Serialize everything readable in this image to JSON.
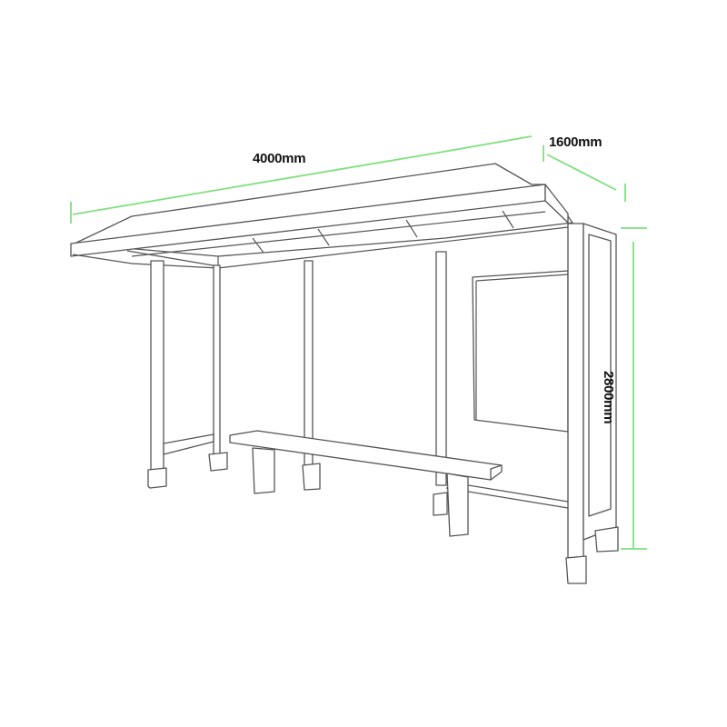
{
  "diagram": {
    "subject": "Bus shelter line drawing",
    "dimensions": {
      "width": "4000mm",
      "depth": "1600mm",
      "height": "2800mm"
    },
    "colors": {
      "line": "#555555",
      "dimension_line": "#7fe07f",
      "background": "#ffffff"
    }
  }
}
